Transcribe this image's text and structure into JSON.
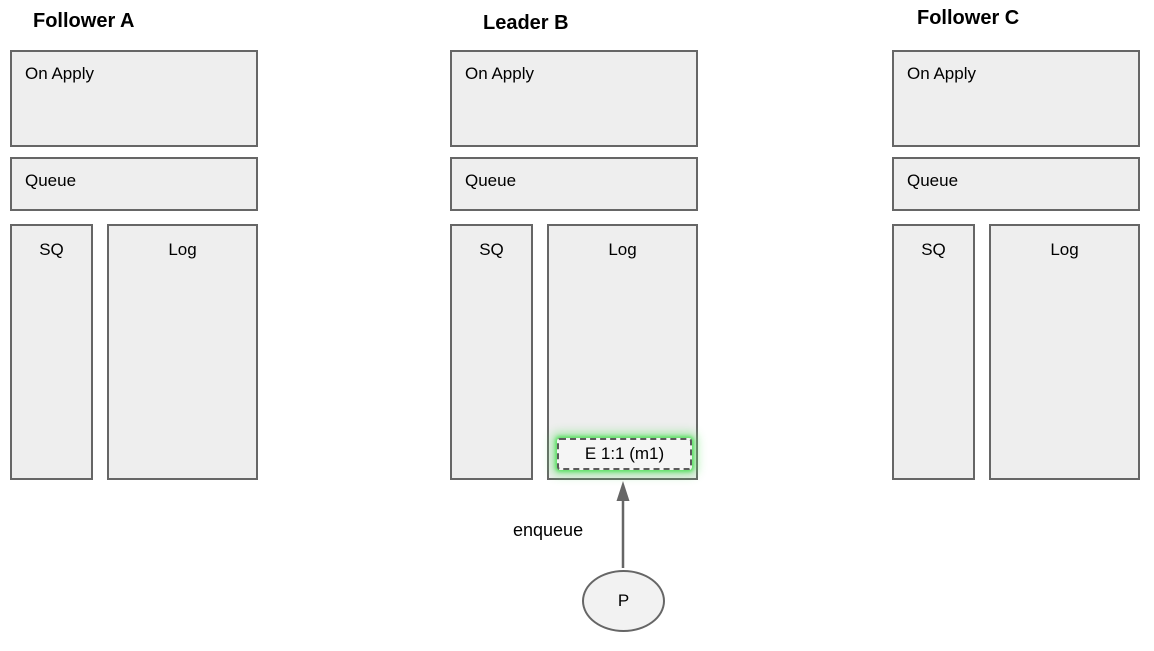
{
  "diagram": {
    "columns": [
      {
        "title": "Follower A",
        "on_apply_label": "On Apply",
        "queue_label": "Queue",
        "sq_label": "SQ",
        "log_label": "Log"
      },
      {
        "title": "Leader B",
        "on_apply_label": "On Apply",
        "queue_label": "Queue",
        "sq_label": "SQ",
        "log_label": "Log"
      },
      {
        "title": "Follower C",
        "on_apply_label": "On Apply",
        "queue_label": "Queue",
        "sq_label": "SQ",
        "log_label": "Log"
      }
    ],
    "leader_log_entry": {
      "label": "E 1:1 (m1)"
    },
    "enqueue_arrow": {
      "label": "enqueue"
    },
    "producer": {
      "label": "P"
    },
    "colors": {
      "background": "#ffffff",
      "box_fill": "#eeeeee",
      "box_border": "#666666",
      "entry_fill": "#f5f5f5",
      "entry_border": "#5b5b5b",
      "entry_glow": "#5ce064",
      "arrow": "#666666",
      "text": "#000000"
    }
  }
}
